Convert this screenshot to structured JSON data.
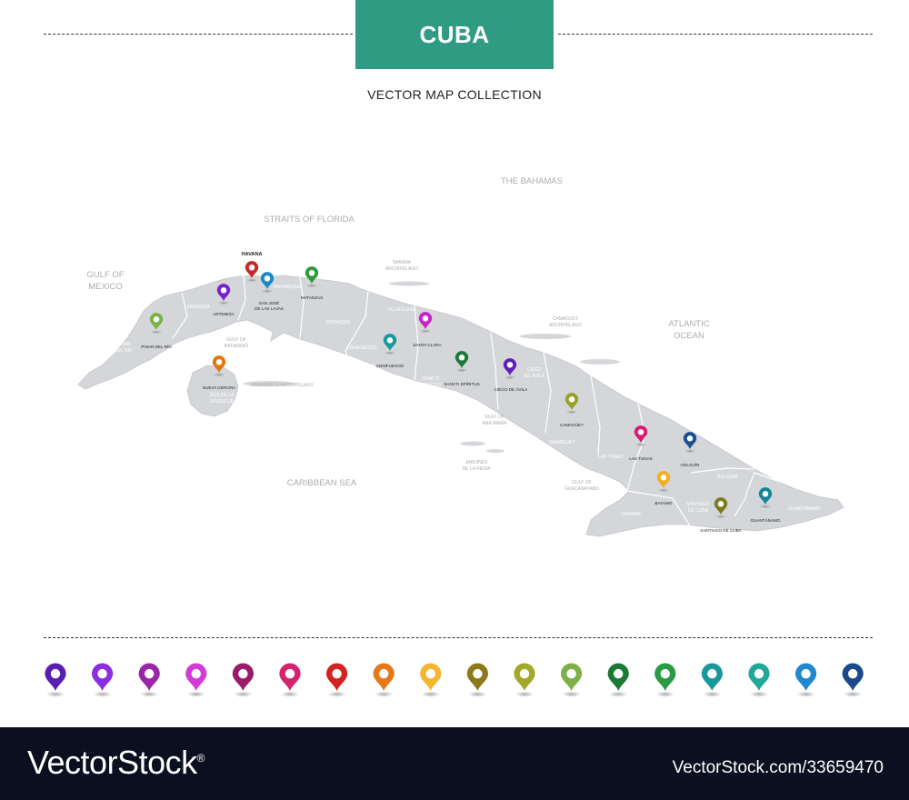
{
  "title": "CUBA",
  "subtitle": "VECTOR MAP COLLECTION",
  "water_labels": [
    {
      "id": "bahamas",
      "text": "THE BAHAMAS"
    },
    {
      "id": "straits",
      "text": "STRAITS OF FLORIDA"
    },
    {
      "id": "gulf-mexico-1",
      "text": "GULF OF"
    },
    {
      "id": "gulf-mexico-2",
      "text": "MEXICO"
    },
    {
      "id": "atlantic-1",
      "text": "ATLANTIC"
    },
    {
      "id": "atlantic-2",
      "text": "OCEAN"
    },
    {
      "id": "caribbean",
      "text": "CARIBBEAN SEA"
    },
    {
      "id": "sabana-1",
      "text": "SABANA"
    },
    {
      "id": "sabana-2",
      "text": "ARCHIPELAGO"
    },
    {
      "id": "camaguey-arch-1",
      "text": "CAMAGÜEY"
    },
    {
      "id": "camaguey-arch-2",
      "text": "ARCHIPELAGO"
    },
    {
      "id": "batabano-1",
      "text": "GULF OF"
    },
    {
      "id": "batabano-2",
      "text": "BATABANÓ"
    },
    {
      "id": "canarreos",
      "text": "CANARREOS ARCHIPELAGO"
    },
    {
      "id": "ana-maria-1",
      "text": "GULF OF"
    },
    {
      "id": "ana-maria-2",
      "text": "ANA MARÍA"
    },
    {
      "id": "jardines-1",
      "text": "JARDINES"
    },
    {
      "id": "jardines-2",
      "text": "DE LA REINA"
    },
    {
      "id": "guacanayabo-1",
      "text": "GULF OF"
    },
    {
      "id": "guacanayabo-2",
      "text": "GUACANAYABO"
    }
  ],
  "province_labels": [
    {
      "id": "pinar-1",
      "text": "PINAR"
    },
    {
      "id": "pinar-2",
      "text": "DEL RÍO"
    },
    {
      "id": "artemisa",
      "text": "ARTEMISA"
    },
    {
      "id": "mayabeque",
      "text": "MAYABEQUE"
    },
    {
      "id": "matanzas",
      "text": "MATANZAS"
    },
    {
      "id": "villa-clara",
      "text": "VILLA CLARA"
    },
    {
      "id": "cienfuegos",
      "text": "CIENFUEGOS"
    },
    {
      "id": "sancti-1",
      "text": "SANCTI"
    },
    {
      "id": "sancti-2",
      "text": "SPÍRITUS"
    },
    {
      "id": "ciego-1",
      "text": "CIEGO"
    },
    {
      "id": "ciego-2",
      "text": "DE ÁVILA"
    },
    {
      "id": "camaguey",
      "text": "CAMAGÜEY"
    },
    {
      "id": "las-tunas",
      "text": "LAS TUNAS"
    },
    {
      "id": "holguin",
      "text": "HOLGUÍN"
    },
    {
      "id": "granma",
      "text": "GRANMA"
    },
    {
      "id": "santiago-1",
      "text": "SANTIAGO"
    },
    {
      "id": "santiago-2",
      "text": "DE CUBA"
    },
    {
      "id": "guantanamo",
      "text": "GUANTÁNAMO"
    },
    {
      "id": "isla-1",
      "text": "ISLA DE LA"
    },
    {
      "id": "isla-2",
      "text": "JUVENTUD"
    }
  ],
  "city_markers": [
    {
      "id": "havana",
      "label": "HAVANA",
      "color": "#c62828",
      "bold": true
    },
    {
      "id": "artemisa",
      "label": "ARTEMISA",
      "color": "#7b1fd0"
    },
    {
      "id": "san-jose",
      "label": "SAN JOSÉ",
      "label2": "DE LAS LAJAS",
      "color": "#1e88c8"
    },
    {
      "id": "matanzas",
      "label": "MATANZAS",
      "color": "#2e9b3e"
    },
    {
      "id": "pinar-del-rio",
      "label": "PINAR DEL RÍO",
      "color": "#7cb342"
    },
    {
      "id": "nueva-gerona",
      "label": "NUEVA GERONA",
      "color": "#e07810"
    },
    {
      "id": "santa-clara",
      "label": "SANTA CLARA",
      "color": "#c724c7"
    },
    {
      "id": "cienfuegos",
      "label": "CIENFUEGOS",
      "color": "#179a9a"
    },
    {
      "id": "sancti-spiritus",
      "label": "SANCTI SPÍRITUS",
      "color": "#1b7a3a"
    },
    {
      "id": "ciego-de-avila",
      "label": "CIEGO DE ÁVILA",
      "color": "#5e20b8"
    },
    {
      "id": "camaguey",
      "label": "CAMAGÜEY",
      "color": "#9aa020"
    },
    {
      "id": "las-tunas",
      "label": "LAS TUNAS",
      "color": "#d81b73"
    },
    {
      "id": "holguin",
      "label": "HOLGUÍN",
      "color": "#1a4f8f"
    },
    {
      "id": "bayamo",
      "label": "BAYAMO",
      "color": "#f0b020"
    },
    {
      "id": "santiago-de-cuba",
      "label": "SANTIAGO DE CUBA",
      "color": "#7e7a20"
    },
    {
      "id": "guantanamo",
      "label": "GUANTÁNAMO",
      "color": "#14869a"
    }
  ],
  "palette_pins": [
    {
      "id": "p01",
      "color": "#5a1fb0"
    },
    {
      "id": "p02",
      "color": "#8a2ee0"
    },
    {
      "id": "p03",
      "color": "#9a25a8"
    },
    {
      "id": "p04",
      "color": "#d33ad6"
    },
    {
      "id": "p05",
      "color": "#9c1a6a"
    },
    {
      "id": "p06",
      "color": "#d4246e"
    },
    {
      "id": "p07",
      "color": "#d42222"
    },
    {
      "id": "p08",
      "color": "#e57818"
    },
    {
      "id": "p09",
      "color": "#f2b630"
    },
    {
      "id": "p10",
      "color": "#8c7a1a"
    },
    {
      "id": "p11",
      "color": "#a2a828"
    },
    {
      "id": "p12",
      "color": "#7eb048"
    },
    {
      "id": "p13",
      "color": "#1d7a36"
    },
    {
      "id": "p14",
      "color": "#2a9a44"
    },
    {
      "id": "p15",
      "color": "#19979a"
    },
    {
      "id": "p16",
      "color": "#22a898"
    },
    {
      "id": "p17",
      "color": "#1e88d0"
    },
    {
      "id": "p18",
      "color": "#1a4a8a"
    }
  ],
  "footer": {
    "brand": "VectorStock",
    "registered": "®",
    "url": "VectorStock.com/33659470"
  },
  "colors": {
    "land": "#d4d6d9",
    "border": "#ffffff",
    "water_label": "#a8acb0",
    "accent": "#2e9b82",
    "footer_bg": "#0a1020"
  }
}
